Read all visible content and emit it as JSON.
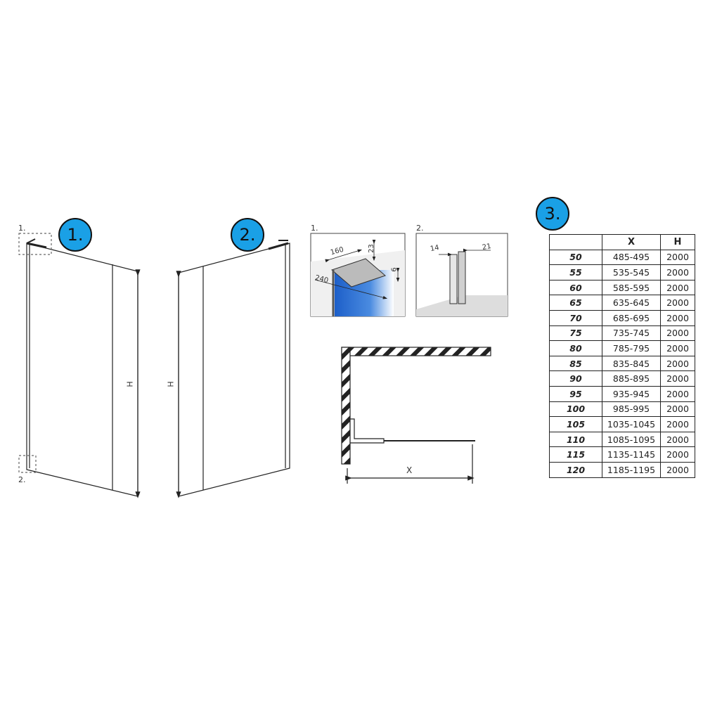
{
  "badges": {
    "b1": "1.",
    "b2": "2.",
    "b3": "3."
  },
  "detail_refs": {
    "top": "1.",
    "bottom": "2."
  },
  "panel_labels": {
    "h_left": "H",
    "h_right": "H"
  },
  "detail1": {
    "label": "1.",
    "dims": [
      "160",
      "23",
      "240",
      "6"
    ]
  },
  "detail2": {
    "label": "2.",
    "dims": [
      "14",
      "21"
    ]
  },
  "plan": {
    "x_label": "X"
  },
  "table": {
    "headers": [
      "",
      "X",
      "H"
    ],
    "rows": [
      [
        "50",
        "485-495",
        "2000"
      ],
      [
        "55",
        "535-545",
        "2000"
      ],
      [
        "60",
        "585-595",
        "2000"
      ],
      [
        "65",
        "635-645",
        "2000"
      ],
      [
        "70",
        "685-695",
        "2000"
      ],
      [
        "75",
        "735-745",
        "2000"
      ],
      [
        "80",
        "785-795",
        "2000"
      ],
      [
        "85",
        "835-845",
        "2000"
      ],
      [
        "90",
        "885-895",
        "2000"
      ],
      [
        "95",
        "935-945",
        "2000"
      ],
      [
        "100",
        "985-995",
        "2000"
      ],
      [
        "105",
        "1035-1045",
        "2000"
      ],
      [
        "110",
        "1085-1095",
        "2000"
      ],
      [
        "115",
        "1135-1145",
        "2000"
      ],
      [
        "120",
        "1185-1195",
        "2000"
      ]
    ]
  },
  "colors": {
    "badge": "#1aa0e6",
    "glass": "#2a6fd6",
    "line": "#222222"
  }
}
